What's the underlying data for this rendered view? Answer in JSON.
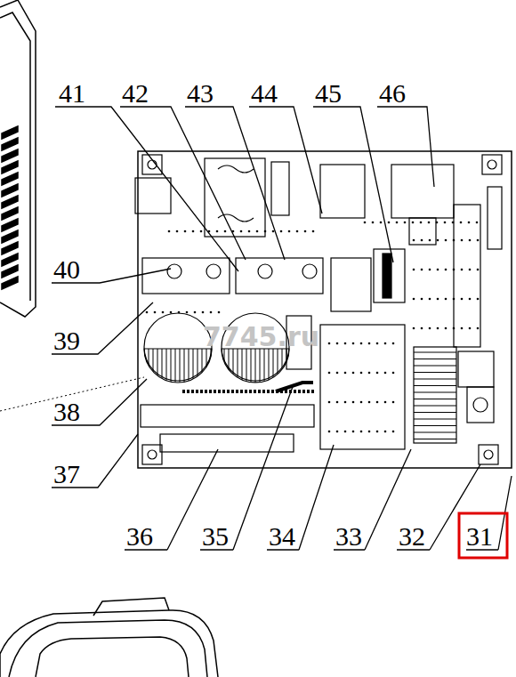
{
  "diagram": {
    "labels": [
      "41",
      "42",
      "43",
      "44",
      "45",
      "46",
      "40",
      "39",
      "38",
      "37",
      "36",
      "35",
      "34",
      "33",
      "32",
      "31",
      "7745.ru"
    ]
  }
}
